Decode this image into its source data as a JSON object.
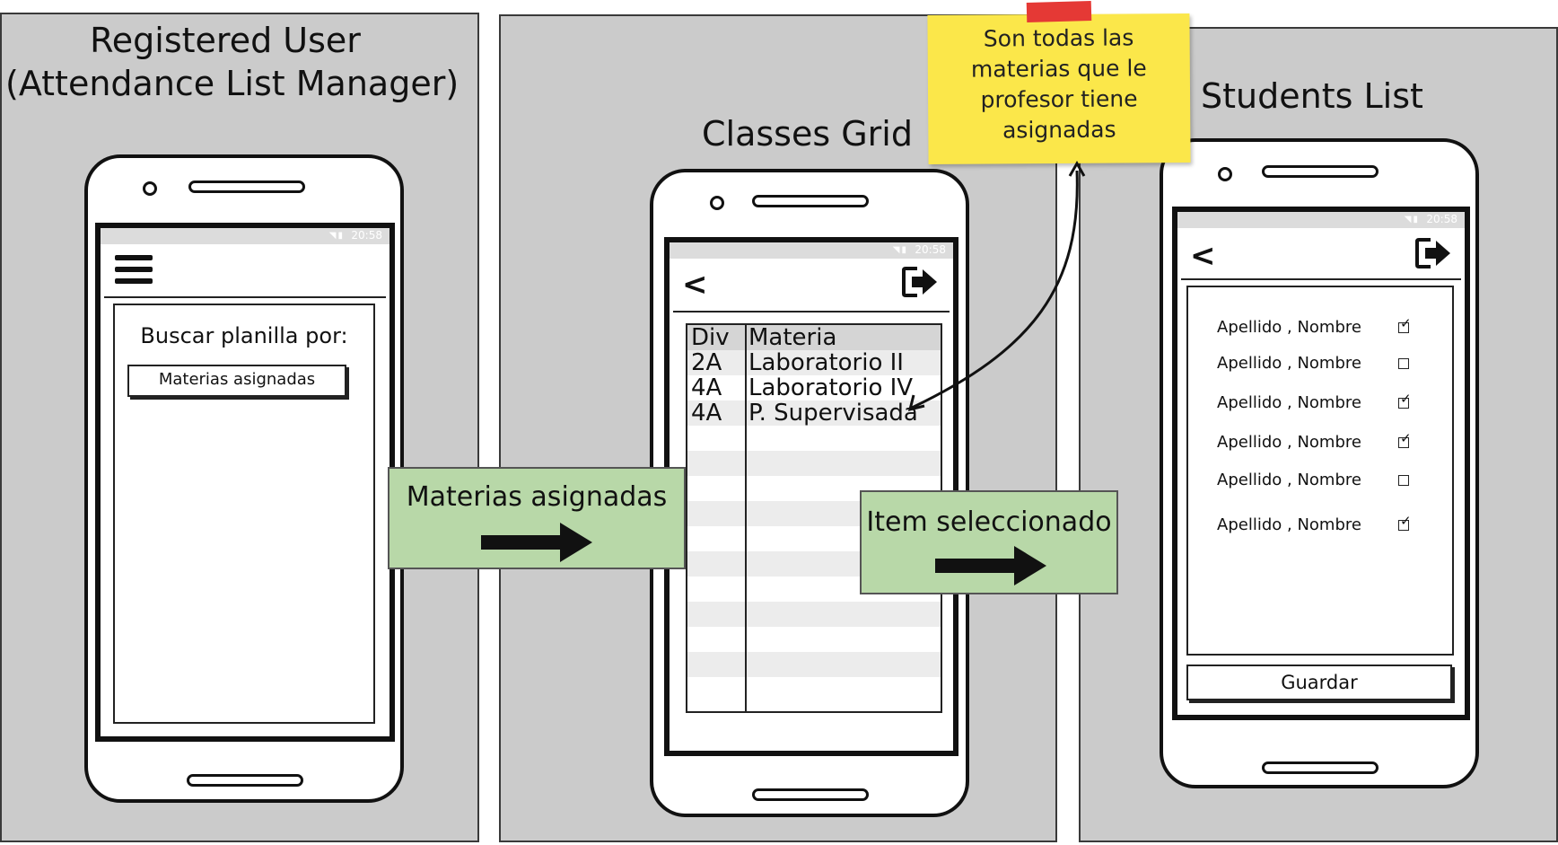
{
  "panels": {
    "registered": {
      "title_line1": "Registered User",
      "title_line2": "(Attendance List Manager)"
    },
    "classes": {
      "title": "Classes Grid"
    },
    "students": {
      "title": "Students List"
    }
  },
  "status_time": "20:58",
  "search_screen": {
    "label": "Buscar planilla por:",
    "button": "Materias asignadas"
  },
  "classes_grid": {
    "columns": [
      "Div",
      "Materia"
    ],
    "rows": [
      {
        "div": "2A",
        "materia": "Laboratorio II"
      },
      {
        "div": "4A",
        "materia": "Laboratorio IV"
      },
      {
        "div": "4A",
        "materia": "P. Supervisada"
      }
    ]
  },
  "students_screen": {
    "rows": [
      {
        "apellido": "Apellido",
        "nombre": "Nombre",
        "checked": true
      },
      {
        "apellido": "Apellido",
        "nombre": "Nombre",
        "checked": false
      },
      {
        "apellido": "Apellido",
        "nombre": "Nombre",
        "checked": true
      },
      {
        "apellido": "Apellido",
        "nombre": "Nombre",
        "checked": true
      },
      {
        "apellido": "Apellido",
        "nombre": "Nombre",
        "checked": false
      },
      {
        "apellido": "Apellido",
        "nombre": "Nombre",
        "checked": true
      }
    ],
    "save_button": "Guardar"
  },
  "flows": {
    "to_classes": "Materias asignadas",
    "to_students": "Item seleccionado"
  },
  "note": {
    "line1": "Son todas las",
    "line2": "materias que le",
    "line3": "profesor tiene",
    "line4": "asignadas"
  },
  "colors": {
    "panel_bg": "#cbcbcb",
    "flow_bg": "#b8d8a8",
    "note_bg": "#fbe74a",
    "note_tape": "#e53935"
  },
  "icons": [
    "hamburger-icon",
    "back-arrow-icon",
    "exit-icon",
    "wifi-icon",
    "signal-icon",
    "battery-icon",
    "checkbox-checked-icon",
    "checkbox-empty-icon",
    "flow-arrow-icon"
  ]
}
